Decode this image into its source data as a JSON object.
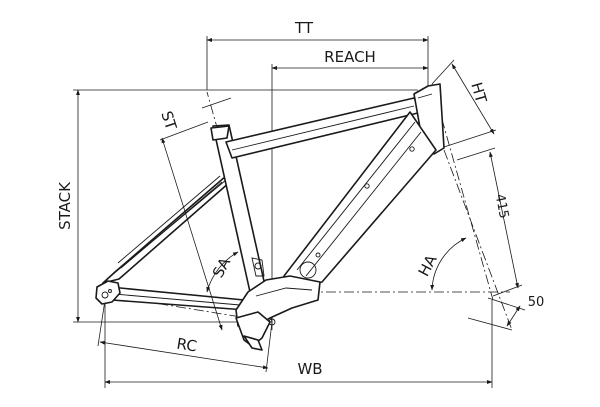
{
  "labels": {
    "tt": "TT",
    "reach": "REACH",
    "ht": "HT",
    "st": "ST",
    "stack": "STACK",
    "sa": "SA",
    "ha": "HA",
    "rc": "RC",
    "wb": "WB",
    "fork_length": "415",
    "offset": "50"
  }
}
